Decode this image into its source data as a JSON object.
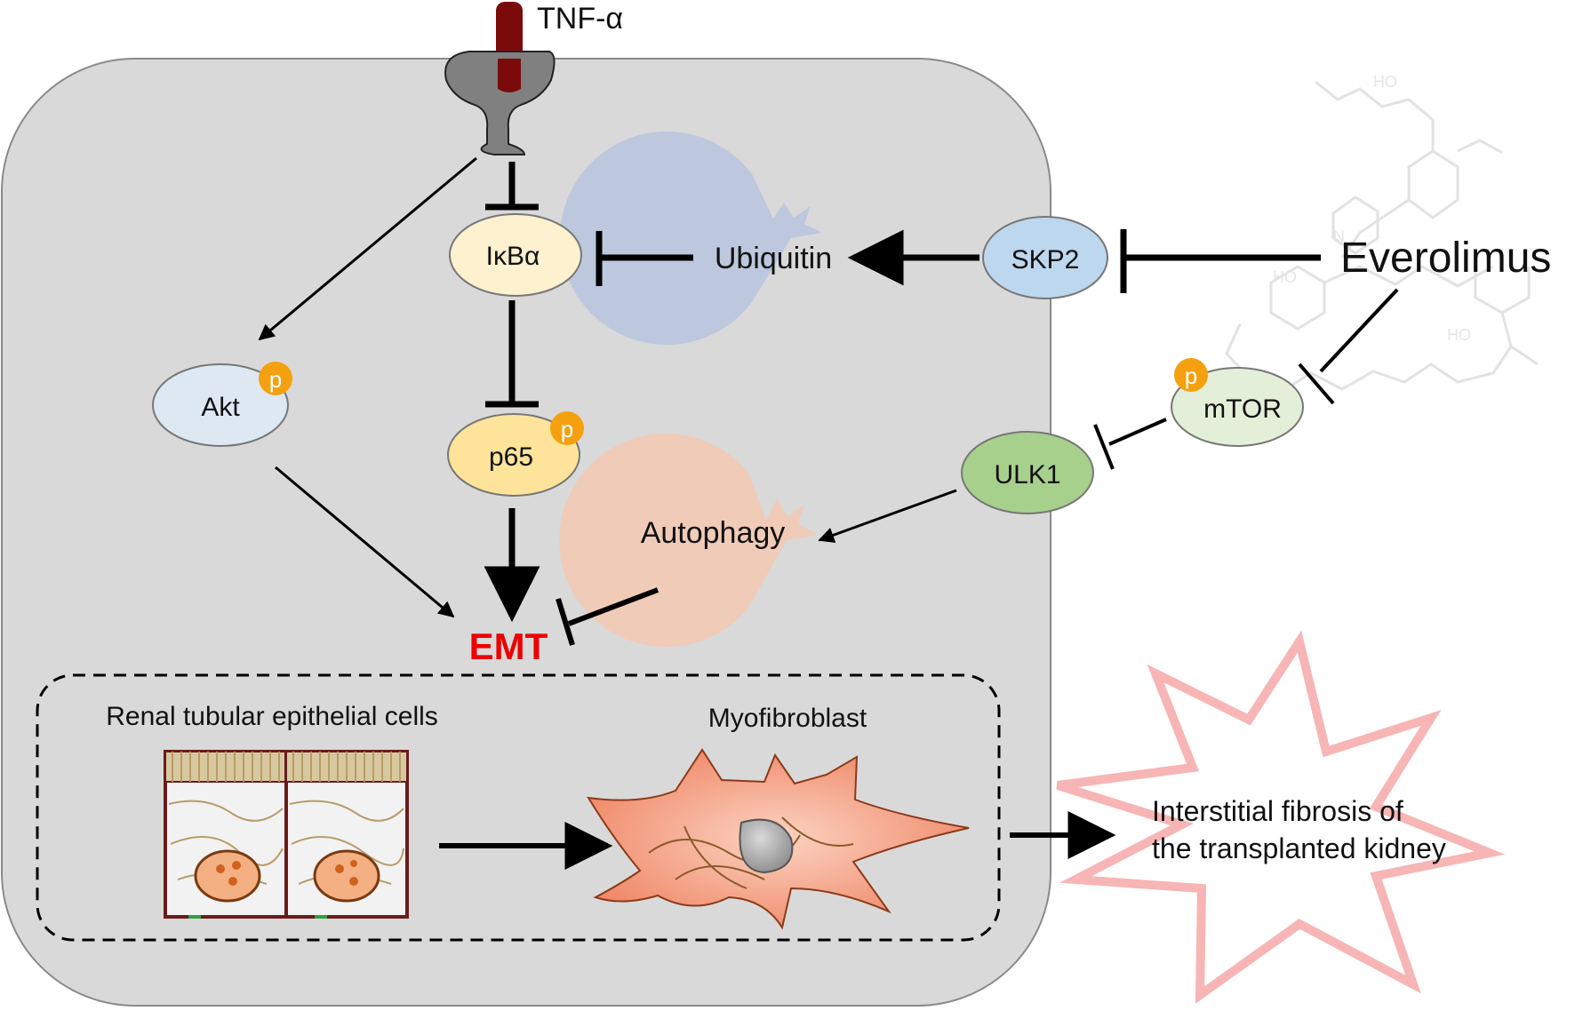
{
  "ligand": {
    "label": "TNF-α"
  },
  "nodes": {
    "ikba": {
      "label": "IκBα",
      "color": "#fdf1cf"
    },
    "p65": {
      "label": "p65",
      "color": "#fde49a"
    },
    "akt": {
      "label": "Akt",
      "color": "#dde8f3"
    },
    "skp2": {
      "label": "SKP2",
      "color": "#bdd7ee"
    },
    "mtor": {
      "label": "mTOR",
      "color": "#e4efd9"
    },
    "ulk1": {
      "label": "ULK1",
      "color": "#a8d08d"
    }
  },
  "phospho_badge": {
    "label": "p",
    "color": "#f5a00e"
  },
  "processes": {
    "ubiquitin": {
      "label": "Ubiquitin",
      "color": "#b7c4de"
    },
    "autophagy": {
      "label": "Autophagy",
      "color": "#f2c9b4"
    }
  },
  "drug": {
    "label": "Everolimus"
  },
  "outcome": {
    "label": "EMT",
    "color": "#ee0000"
  },
  "cells": {
    "epithelial_label": "Renal tubular epithelial cells",
    "myofibroblast_label": "Myofibroblast"
  },
  "result": {
    "line1": "Interstitial fibrosis of",
    "line2": "the transplanted kidney",
    "color": "#f7b5b5"
  },
  "colors": {
    "cell_bg": "#d9d9d9",
    "receptor": "#808080",
    "ligand": "#7b0b0b"
  }
}
